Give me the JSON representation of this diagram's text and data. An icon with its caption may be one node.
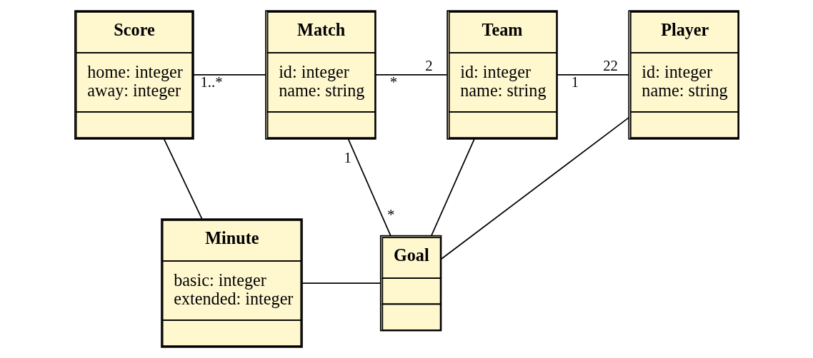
{
  "diagram": {
    "nodes": [
      {
        "text": [
          "Score",
          "home: integer",
          "away: integer"
        ]
      },
      {
        "text": [
          "Match",
          "id: integer",
          "name: string"
        ]
      },
      {
        "text": [
          "Team",
          "id: integer",
          "name: string"
        ]
      },
      {
        "text": [
          "Player",
          "id: integer",
          "name: string"
        ]
      },
      {
        "text": [
          "Minute",
          "basic: integer",
          "extended: integer"
        ]
      },
      {
        "text": [
          "Goal"
        ]
      }
    ],
    "edges": [
      {
        "from": 0,
        "to": 1,
        "arrow": "none"
      },
      {
        "from": 1,
        "to": 2,
        "arrow": "none"
      },
      {
        "from": 2,
        "to": 3,
        "arrow": "none"
      },
      {
        "from": 0,
        "to": 4,
        "arrow": "none"
      },
      {
        "from": 1,
        "to": 5,
        "arrow": "none"
      },
      {
        "from": 2,
        "to": 5,
        "arrow": "none"
      },
      {
        "from": 3,
        "to": 5,
        "arrow": "none"
      },
      {
        "from": 4,
        "to": 5,
        "arrow": "none"
      }
    ],
    "labels": [
      "1..*",
      "*",
      "2",
      "1",
      "22",
      "1",
      "*"
    ]
  }
}
